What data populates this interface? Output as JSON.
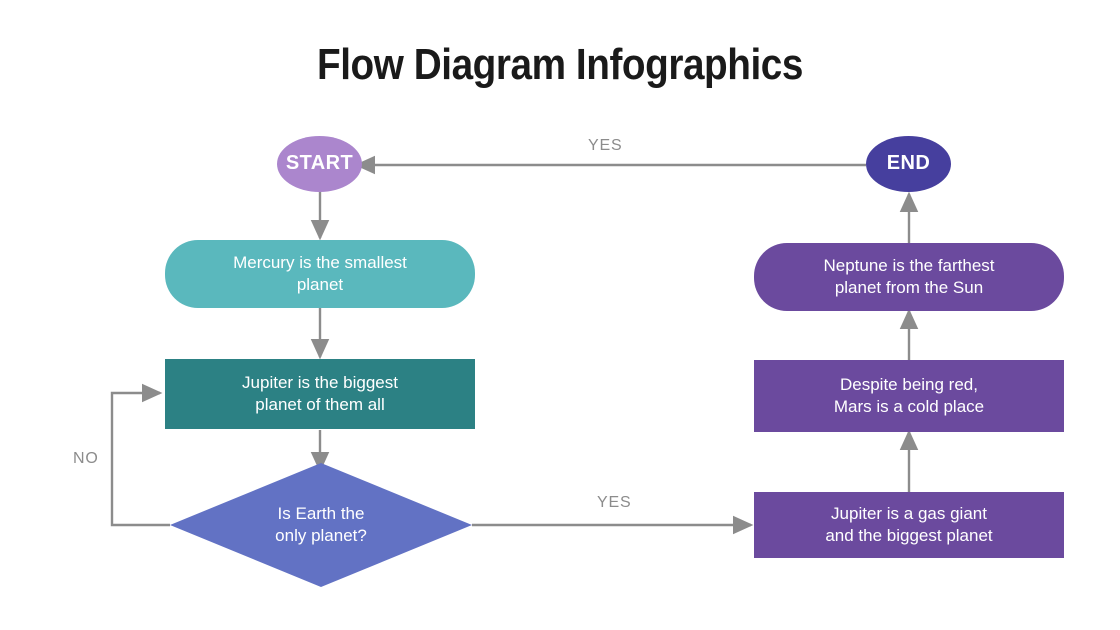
{
  "page": {
    "title": "Flow Diagram Infographics",
    "background": "#ffffff",
    "title_color": "#1a1a1a"
  },
  "colors": {
    "start_fill": "#ab86cd",
    "end_fill": "#463f9e",
    "mercury_fill": "#5ab8bd",
    "jupiter_biggest_fill": "#2c8184",
    "decision_fill": "#6272c4",
    "neptune_fill": "#6b4a9e",
    "mars_fill": "#6b4a9e",
    "jupiter_gas_fill": "#6b4a9e",
    "connector": "#8c8c8c",
    "node_text": "#ffffff",
    "edge_label": "#8c8c8c"
  },
  "nodes": {
    "start": {
      "label": "START",
      "shape": "ellipse"
    },
    "end": {
      "label": "END",
      "shape": "ellipse"
    },
    "mercury": {
      "label": "Mercury is the smallest\nplanet",
      "shape": "rounded-rectangle"
    },
    "jupiter_biggest": {
      "label": "Jupiter is the biggest\nplanet of them all",
      "shape": "rectangle"
    },
    "decision": {
      "label": "Is Earth the\nonly planet?",
      "shape": "diamond"
    },
    "neptune": {
      "label": "Neptune is the farthest\nplanet from the Sun",
      "shape": "rounded-rectangle"
    },
    "mars": {
      "label": "Despite being red,\nMars is a cold place",
      "shape": "rectangle"
    },
    "jupiter_gas": {
      "label": "Jupiter is a gas giant\nand the biggest planet",
      "shape": "rectangle"
    }
  },
  "edges": {
    "end_to_start": {
      "label": "YES"
    },
    "decision_no": {
      "label": "NO"
    },
    "decision_yes": {
      "label": "YES"
    },
    "start_to_mercury": {
      "label": ""
    },
    "mercury_to_jupiter": {
      "label": ""
    },
    "jupiter_to_decision": {
      "label": ""
    },
    "gas_to_mars": {
      "label": ""
    },
    "mars_to_neptune": {
      "label": ""
    },
    "neptune_to_end": {
      "label": ""
    }
  }
}
